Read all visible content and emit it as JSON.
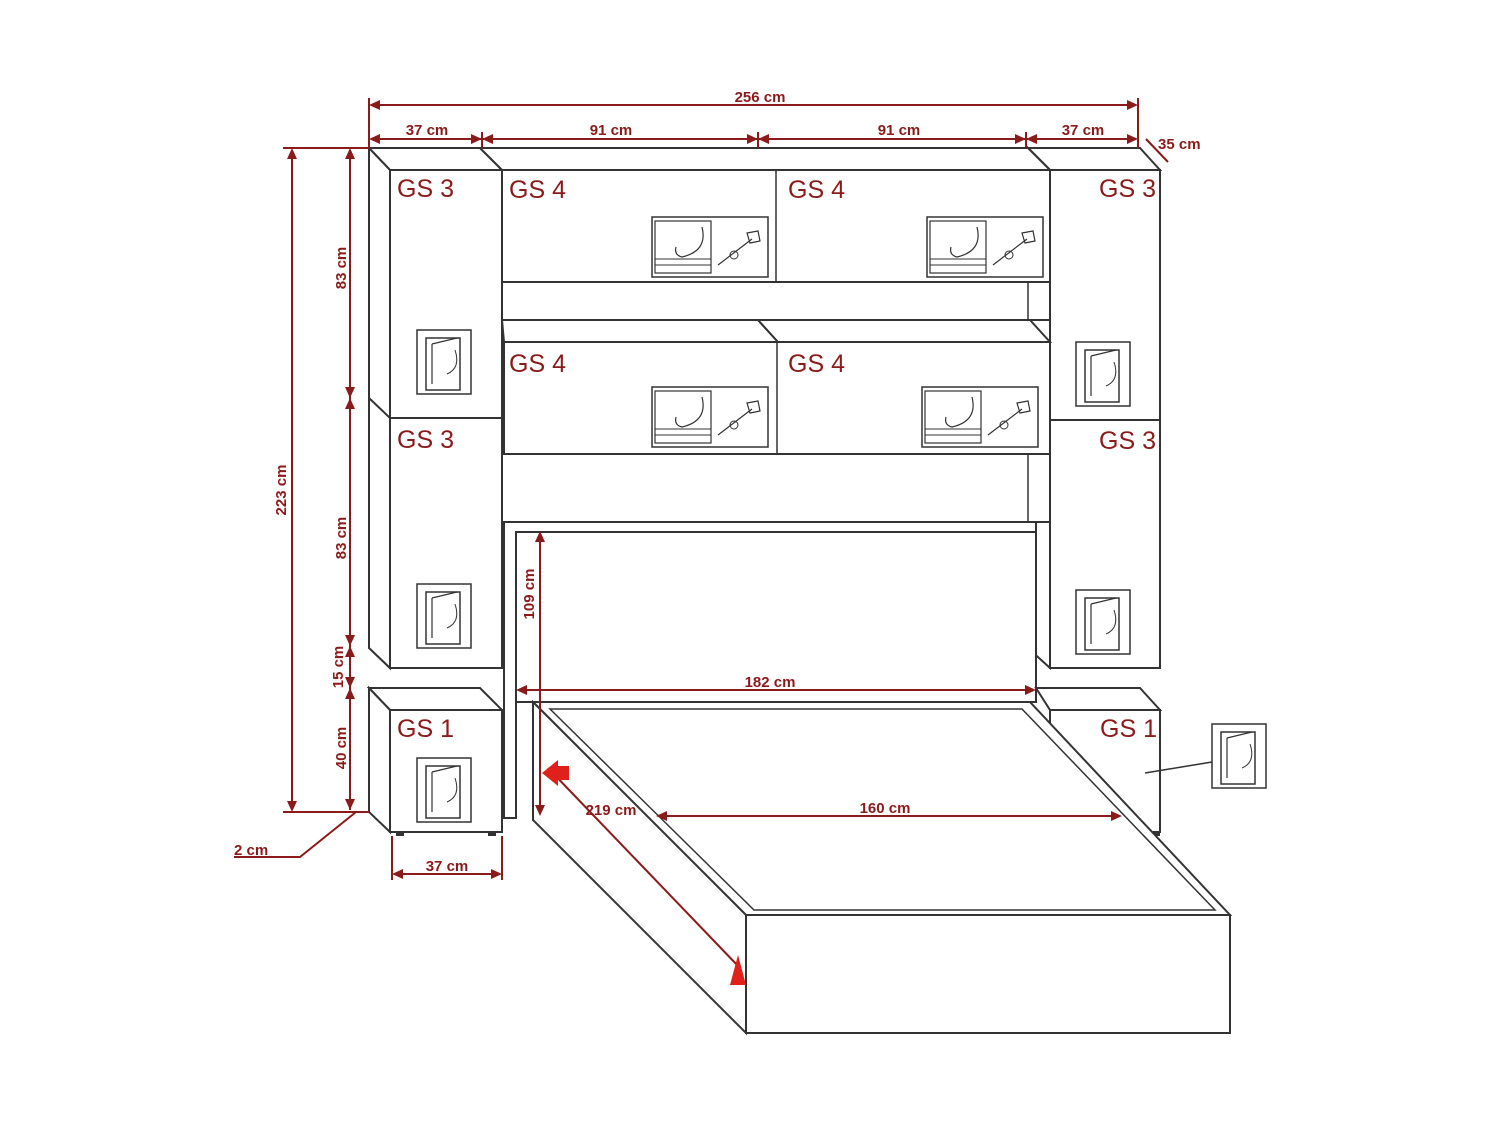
{
  "colors": {
    "dimension": "#8b1a1a",
    "outline": "#333333",
    "pointer_arrow": "#e0201a"
  },
  "modules": {
    "gs1": "GS 1",
    "gs3": "GS 3",
    "gs4": "GS 4"
  },
  "dimensions": {
    "total_width": "256 cm",
    "side_width": "37 cm",
    "middle_width": "91 cm",
    "depth": "35 cm",
    "total_height": "223 cm",
    "upper_height": "83 cm",
    "gap": "15 cm",
    "nightstand_height": "40 cm",
    "leg": "2 cm",
    "headboard_height": "109 cm",
    "headboard_width": "182 cm",
    "bed_length": "219 cm",
    "mattress_width": "160 cm",
    "nightstand_width": "37 cm"
  },
  "icons": [
    "open-door-icon",
    "gas-lift-icon",
    "key-lock-icon"
  ]
}
